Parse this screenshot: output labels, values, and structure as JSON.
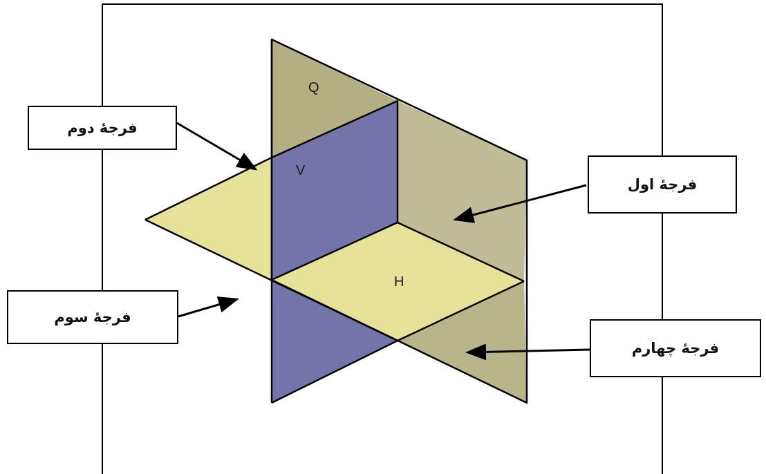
{
  "planes": {
    "q_label": "Q",
    "v_label": "V",
    "h_label": "H"
  },
  "quadrants": {
    "first": "فرجۀ اول",
    "second": "فرجۀ دوم",
    "third": "فرجۀ سوم",
    "fourth": "فرجۀ چهارم"
  },
  "colors": {
    "plane_tan": "#B8B58A",
    "plane_tan_upper": "#B4AE83",
    "plane_yellow": "#E6E29A",
    "plane_blue": "#7474AA",
    "outline": "#000000"
  }
}
